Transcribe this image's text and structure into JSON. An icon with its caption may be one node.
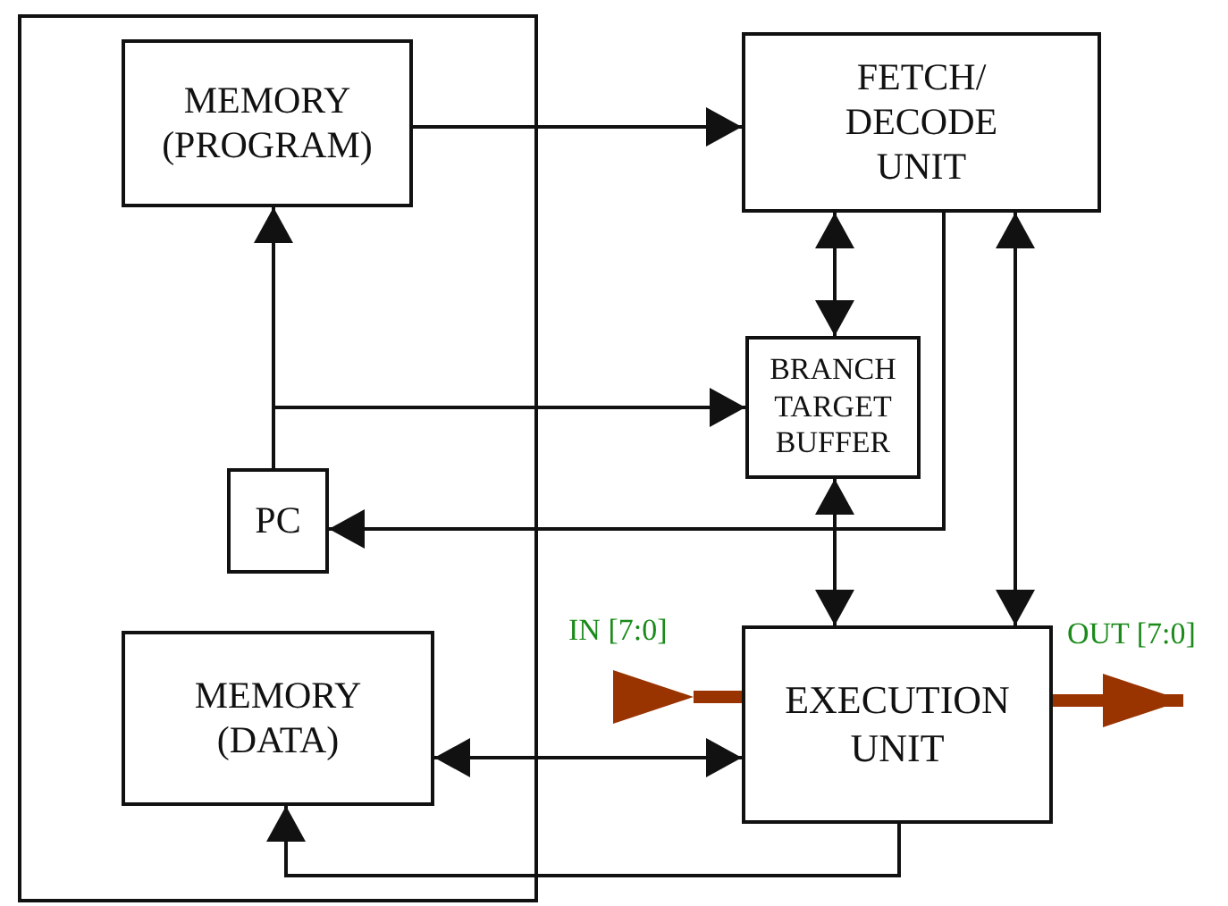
{
  "diagram": {
    "nodes": [
      {
        "text": [],
        "shape": "box"
      },
      {
        "text": [
          "MEMORY (PROGRAM)"
        ],
        "in": 0
      },
      {
        "text": [
          "FETCH/ DECODE UNIT"
        ]
      },
      {
        "text": [
          "BRANCH TARGET BUFFER"
        ]
      },
      {
        "text": [
          "PC"
        ],
        "in": 0
      },
      {
        "text": [
          "MEMORY (DATA)"
        ],
        "in": 0
      },
      {
        "text": [
          "EXECUTION UNIT"
        ]
      },
      {
        "text": [],
        "shape": "triangle"
      }
    ],
    "edges": [
      {
        "from": 1,
        "to": 2,
        "arrow": "to"
      },
      {
        "from": 4,
        "to": 1,
        "arrow": "to"
      },
      {
        "from": 4,
        "to": 3,
        "arrow": "to"
      },
      {
        "from": 2,
        "to": 4,
        "arrow": "to"
      },
      {
        "from": 2,
        "to": 3,
        "arrow": "both"
      },
      {
        "from": 3,
        "to": 6,
        "arrow": "both"
      },
      {
        "from": 2,
        "to": 6,
        "arrow": "both"
      },
      {
        "from": 5,
        "to": 6,
        "arrow": "both"
      },
      {
        "from": 6,
        "to": 5,
        "arrow": "to"
      },
      {
        "from": 7,
        "to": 6,
        "arrow": "none",
        "style": "thick",
        "color": "#993300"
      },
      {
        "from": 6,
        "to": null,
        "arrow": "to",
        "style": "thick",
        "color": "#993300"
      }
    ],
    "labels": [
      "IN [7:0]",
      "OUT [7:0]"
    ]
  }
}
